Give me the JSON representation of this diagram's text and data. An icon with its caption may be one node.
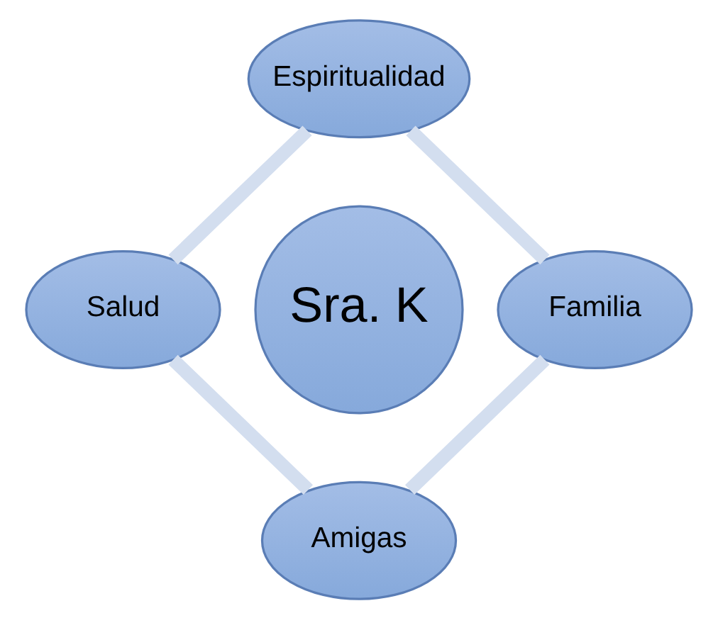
{
  "diagram": {
    "nodes": [
      {
        "text": [
          "Espiritualidad"
        ]
      },
      {
        "text": [
          "Salud"
        ]
      },
      {
        "text": [
          "Sra. K"
        ]
      },
      {
        "text": [
          "Familia"
        ]
      },
      {
        "text": [
          "Amigas"
        ]
      }
    ],
    "edges": [
      {
        "from": 0,
        "to": 3,
        "arrow": "none"
      },
      {
        "from": 0,
        "to": 1,
        "arrow": "none"
      },
      {
        "from": 1,
        "to": 4,
        "arrow": "none"
      },
      {
        "from": 3,
        "to": 4,
        "arrow": "none"
      }
    ]
  }
}
